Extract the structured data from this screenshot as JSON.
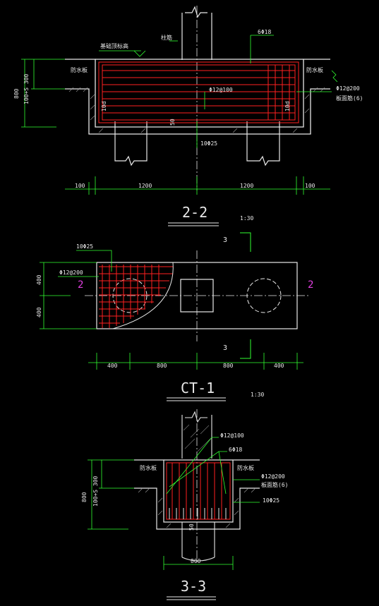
{
  "section_2_2": {
    "title": "2-2",
    "scale": "1:30",
    "label_top_elev": "基础顶标高",
    "label_column": "柱筋",
    "label_top_bars": "6Φ18",
    "label_waterproof_left": "防水板",
    "label_waterproof_right": "防水板",
    "label_mid_bars": "Φ12@100",
    "label_right_bars": "Φ12@200",
    "label_right_note": "板面筋(6)",
    "label_side_left": "10d",
    "label_side_right": "10d",
    "label_pile_embed": "50",
    "label_bottom_bars": "10Φ25",
    "dim_height": "800",
    "dim_depth": "100+S 300",
    "dims_bottom": [
      "100",
      "1200",
      "1200",
      "100"
    ]
  },
  "plan_ct1": {
    "title": "CT-1",
    "scale": "1:30",
    "section_3_top": "3",
    "section_3_bottom": "3",
    "section_2_left": "2",
    "section_2_right": "2",
    "label_bars_top": "10Φ25",
    "label_bars_side": "Φ12@200",
    "dims_left": [
      "400",
      "400"
    ],
    "dims_bottom": [
      "400",
      "800",
      "800",
      "400"
    ]
  },
  "section_3_3": {
    "title": "3-3",
    "label_bars_a": "Φ12@100",
    "label_bars_b": "6Φ18",
    "label_waterproof_left": "防水板",
    "label_waterproof_right": "防水板",
    "label_right_bars": "Φ12@200",
    "label_right_note": "板面筋(6)",
    "label_bottom_bars": "10Φ25",
    "label_embed": "50",
    "dim_height": "800",
    "dim_depth": "100+S 300",
    "dim_width": "800"
  }
}
